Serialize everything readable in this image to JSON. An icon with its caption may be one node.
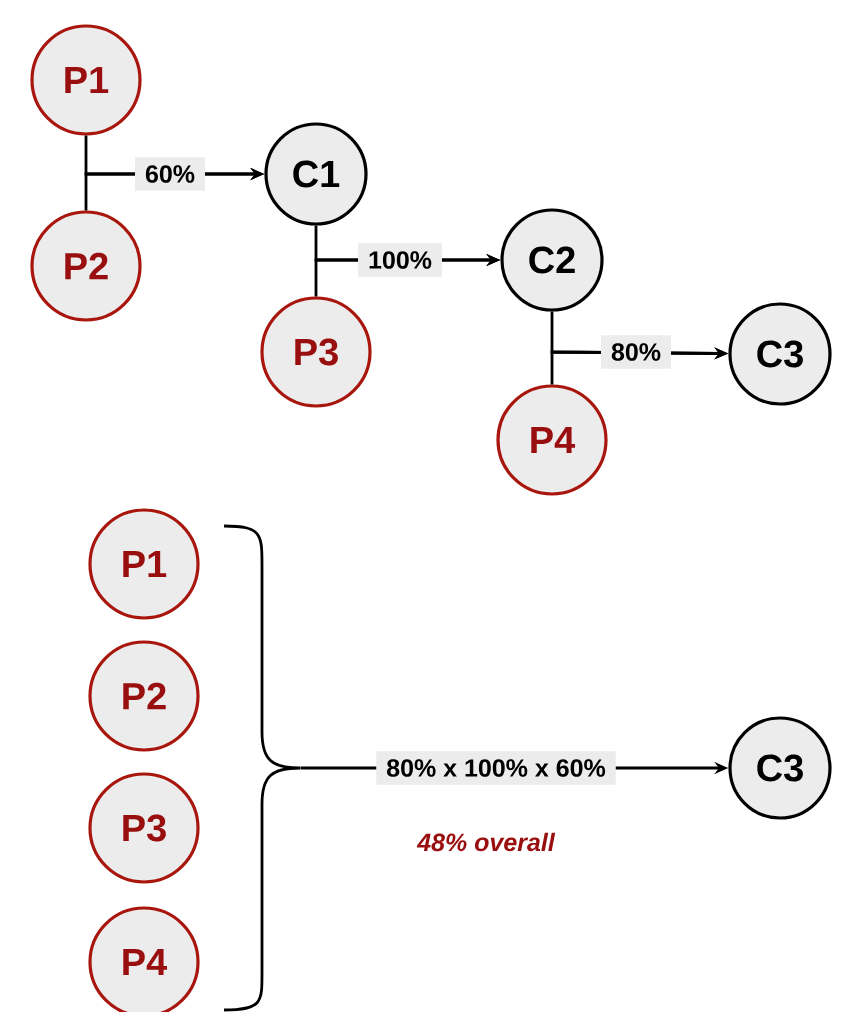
{
  "diagram": {
    "nodes": [
      {
        "text": [
          "P1"
        ]
      },
      {
        "text": [
          "P2"
        ]
      },
      {
        "text": [
          "C1"
        ]
      },
      {
        "text": [
          "P3"
        ]
      },
      {
        "text": [
          "C2"
        ]
      },
      {
        "text": [
          "P4"
        ]
      },
      {
        "text": [
          "C3"
        ]
      },
      {
        "text": [
          "P1"
        ]
      },
      {
        "text": [
          "P2"
        ]
      },
      {
        "text": [
          "P3"
        ]
      },
      {
        "text": [
          "P4"
        ]
      },
      {
        "text": [],
        "shape": "bracket"
      },
      {
        "text": [
          "C3"
        ]
      }
    ],
    "edges": [
      {
        "from": 0,
        "to": 2,
        "arrow": "to",
        "label": "60%"
      },
      {
        "from": 1,
        "to": 2,
        "arrow": "to"
      },
      {
        "from": 2,
        "to": 4,
        "arrow": "to",
        "label": "100%"
      },
      {
        "from": 3,
        "to": 4,
        "arrow": "to"
      },
      {
        "from": 4,
        "to": 6,
        "arrow": "to",
        "label": "80%"
      },
      {
        "from": 5,
        "to": 6,
        "arrow": "to"
      },
      {
        "from": 11,
        "to": 12,
        "arrow": "to",
        "label": "80% x 100% x 60%"
      }
    ],
    "labels": [
      "48% overall"
    ]
  }
}
